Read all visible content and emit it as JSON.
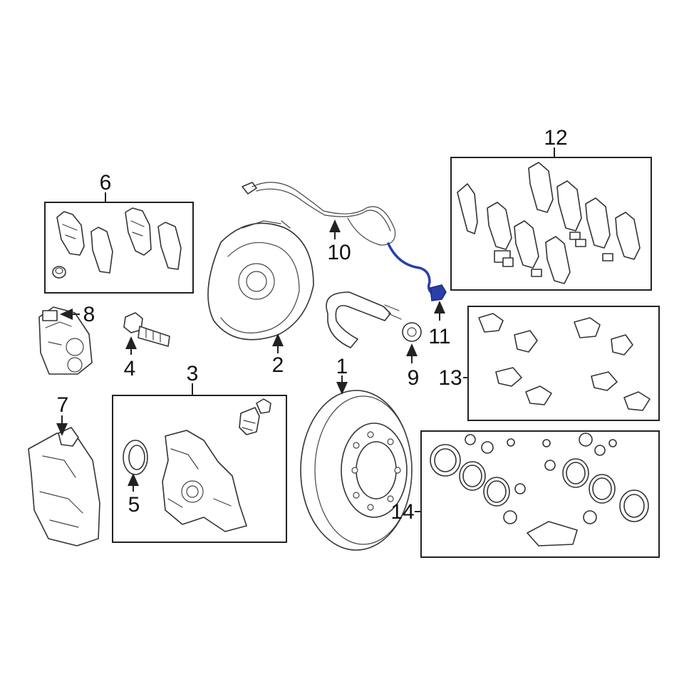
{
  "colors": {
    "line": "#222222",
    "highlight": "#2a3fa8",
    "background": "#ffffff"
  },
  "callouts": {
    "c1": "1",
    "c2": "2",
    "c3": "3",
    "c4": "4",
    "c5": "5",
    "c6": "6",
    "c7": "7",
    "c8": "8",
    "c9": "9",
    "c10": "10",
    "c11": "11",
    "c12": "12",
    "c13": "13",
    "c14": "14"
  }
}
